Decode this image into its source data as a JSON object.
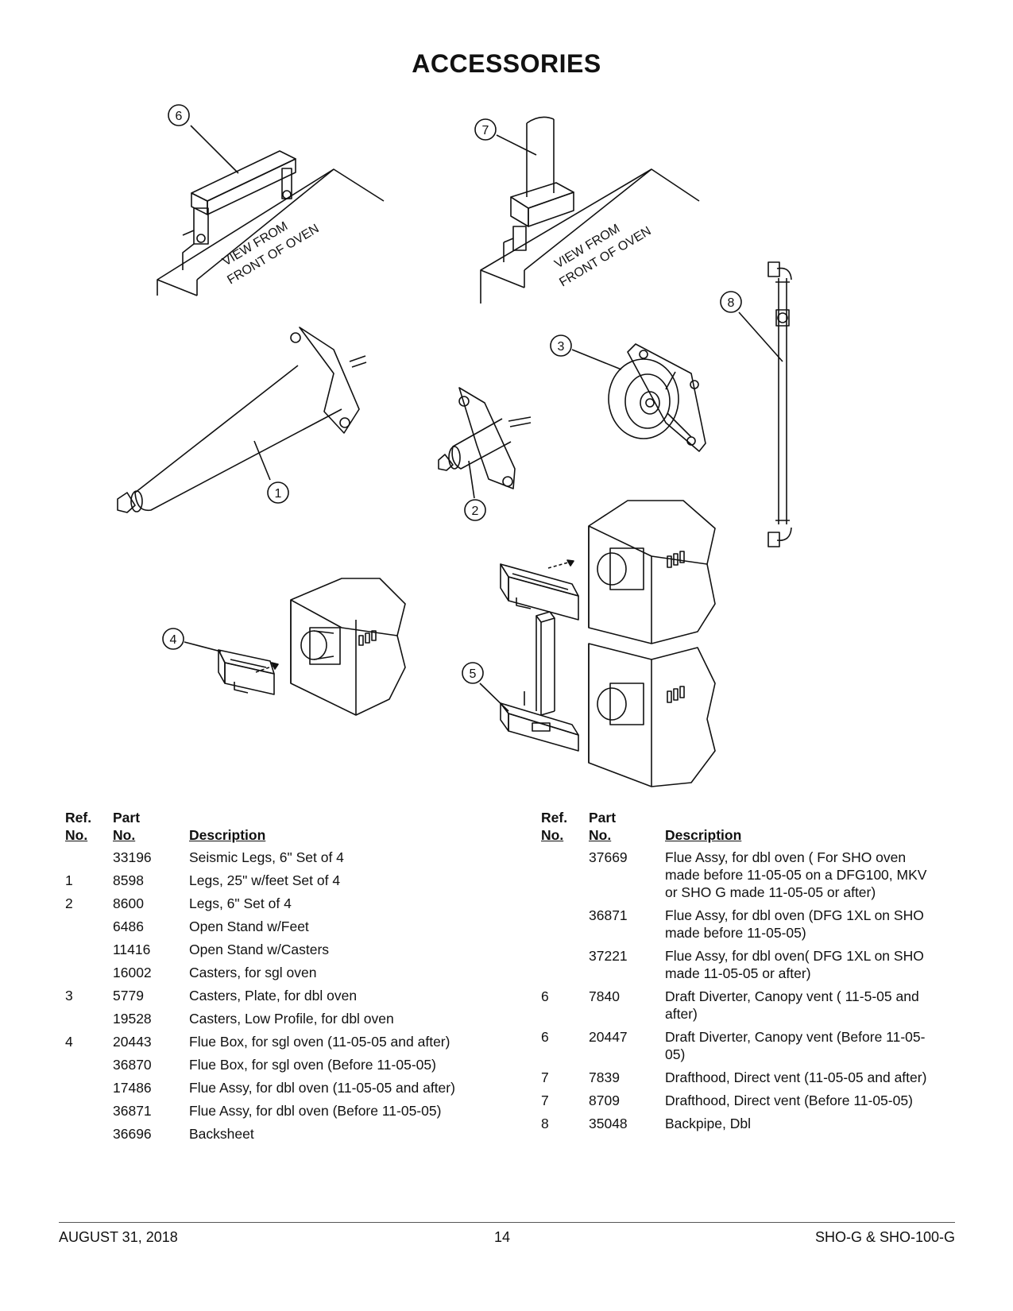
{
  "page": {
    "title": "ACCESSORIES"
  },
  "diagram": {
    "view_label_line1": "VIEW FROM",
    "view_label_line2": "FRONT OF OVEN",
    "callouts": [
      "1",
      "2",
      "3",
      "4",
      "5",
      "6",
      "7",
      "8"
    ]
  },
  "table_headers": {
    "ref_line1": "Ref.",
    "ref_line2": "No.",
    "part_line1": "Part",
    "part_line2": "No.",
    "description": "Description"
  },
  "parts_left": [
    {
      "ref": "",
      "part": "33196",
      "desc": "Seismic Legs, 6\"  Set of 4"
    },
    {
      "ref": "1",
      "part": "8598",
      "desc": "Legs, 25\" w/feet  Set of 4"
    },
    {
      "ref": "2",
      "part": "8600",
      "desc": "Legs, 6\"  Set of 4"
    },
    {
      "ref": "",
      "part": "6486",
      "desc": "Open Stand w/Feet"
    },
    {
      "ref": "",
      "part": "11416",
      "desc": "Open Stand w/Casters"
    },
    {
      "ref": "",
      "part": "16002",
      "desc": "Casters, for sgl oven"
    },
    {
      "ref": "3",
      "part": "5779",
      "desc": "Casters, Plate, for dbl oven"
    },
    {
      "ref": "",
      "part": "19528",
      "desc": "Casters, Low Profile, for dbl oven"
    },
    {
      "ref": "4",
      "part": "20443",
      "desc": "Flue Box, for sgl oven (11-05-05 and after)"
    },
    {
      "ref": "",
      "part": "36870",
      "desc": "Flue Box, for sgl oven (Before 11-05-05)"
    },
    {
      "ref": "",
      "part": "17486",
      "desc": "Flue Assy, for dbl oven (11-05-05 and after)"
    },
    {
      "ref": "",
      "part": "36871",
      "desc": "Flue Assy, for dbl oven (Before 11-05-05)"
    },
    {
      "ref": "",
      "part": "36696",
      "desc": "Backsheet"
    }
  ],
  "parts_right": [
    {
      "ref": "",
      "part": "37669",
      "desc": "Flue Assy, for dbl oven ( For SHO oven made before 11-05-05 on a DFG100, MKV or SHO G made 11-05-05 or after)"
    },
    {
      "ref": "",
      "part": "36871",
      "desc": "Flue Assy, for dbl oven (DFG 1XL on SHO made before 11-05-05)"
    },
    {
      "ref": "",
      "part": "37221",
      "desc": "Flue Assy, for dbl oven( DFG 1XL on SHO made 11-05-05 or after)"
    },
    {
      "ref": "6",
      "part": "7840",
      "desc": "Draft Diverter, Canopy vent ( 11-5-05 and after)"
    },
    {
      "ref": "6",
      "part": "20447",
      "desc": "Draft Diverter, Canopy vent (Before 11-05-05)"
    },
    {
      "ref": "7",
      "part": "7839",
      "desc": "Drafthood, Direct vent (11-05-05 and after)"
    },
    {
      "ref": "7",
      "part": "8709",
      "desc": "Drafthood, Direct vent (Before 11-05-05)"
    },
    {
      "ref": "8",
      "part": "35048",
      "desc": "Backpipe, Dbl"
    }
  ],
  "footer": {
    "date": "AUGUST 31, 2018",
    "page_number": "14",
    "model": "SHO-G & SHO-100-G"
  }
}
